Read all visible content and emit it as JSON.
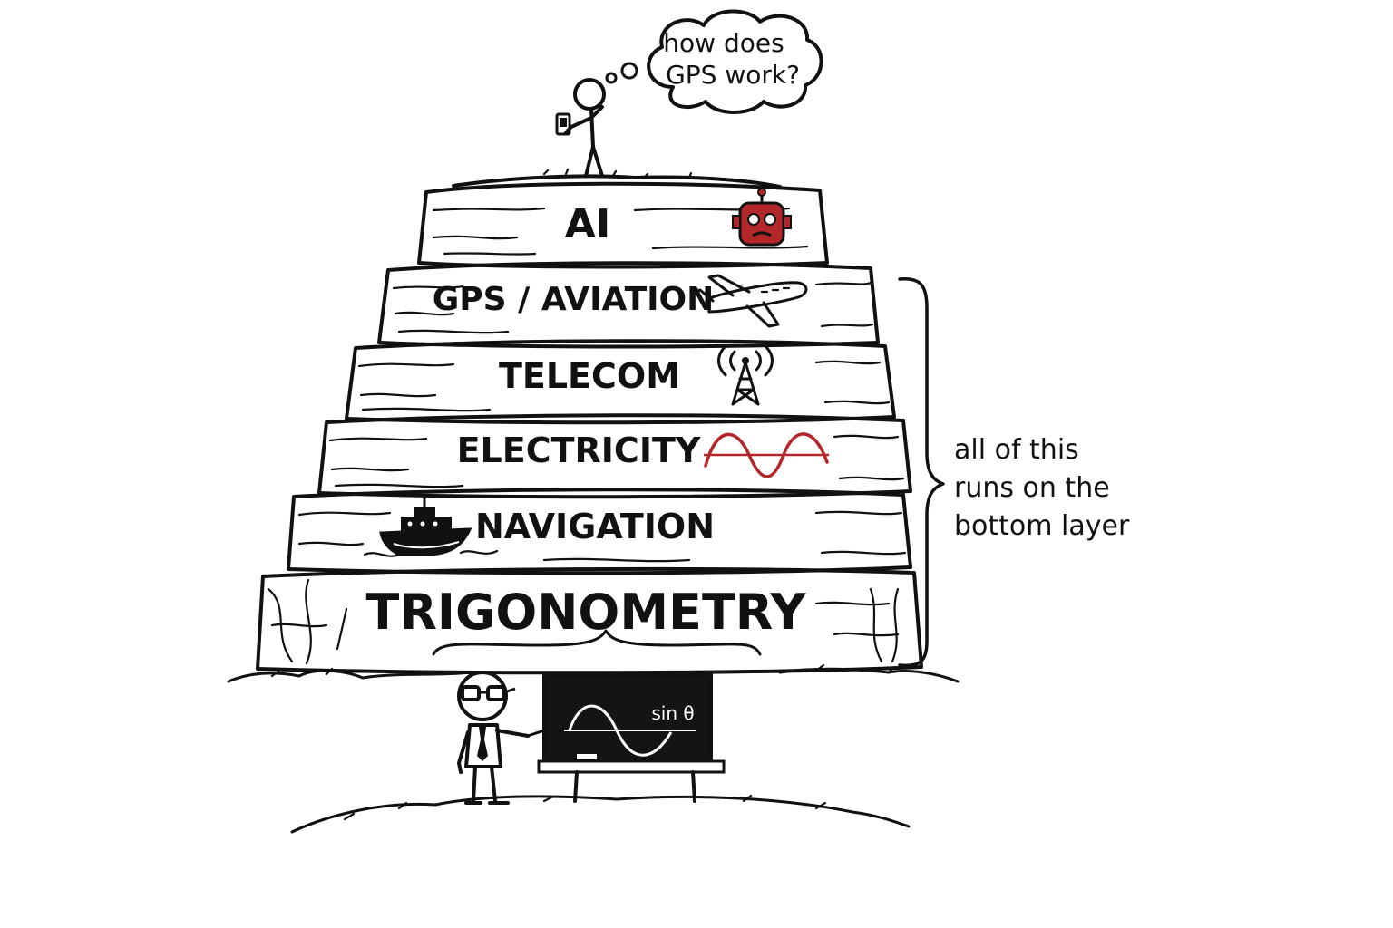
{
  "thought_bubble": {
    "line1": "how does",
    "line2": "GPS work?"
  },
  "layers": [
    {
      "label": "AI",
      "icon": "robot-icon"
    },
    {
      "label": "GPS / AVIATION",
      "icon": "airplane-icon"
    },
    {
      "label": "TELECOM",
      "icon": "radio-tower-icon"
    },
    {
      "label": "ELECTRICITY",
      "icon": "sine-wave-icon"
    },
    {
      "label": "NAVIGATION",
      "icon": "ship-icon"
    },
    {
      "label": "TRIGONOMETRY",
      "icon": ""
    }
  ],
  "bracket_note": {
    "line1": "all of this",
    "line2": "runs on the",
    "line3": "bottom layer"
  },
  "blackboard": {
    "formula": "sin θ"
  },
  "colors": {
    "ink": "#111111",
    "accent_red": "#b3262a",
    "blackboard": "#141414",
    "background": "#ffffff"
  }
}
